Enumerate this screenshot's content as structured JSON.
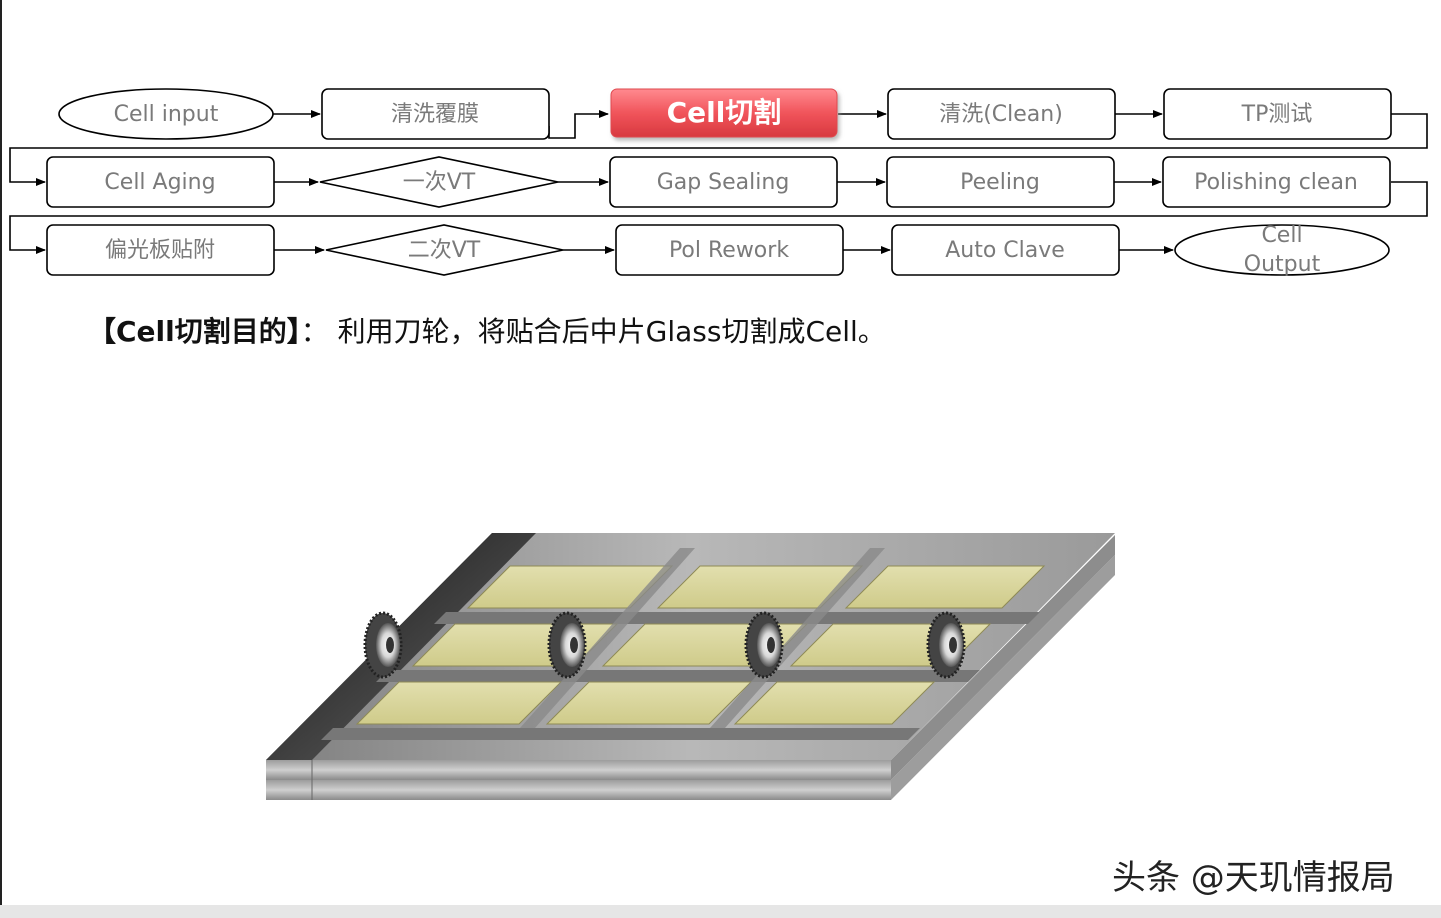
{
  "flow": {
    "nodes": [
      {
        "id": "cell-input",
        "label": "Cell input",
        "shape": "ellipse"
      },
      {
        "id": "clean-film",
        "label": "清洗覆膜",
        "shape": "rect"
      },
      {
        "id": "cell-cut",
        "label": "Cell切割",
        "shape": "rect",
        "active": true
      },
      {
        "id": "clean",
        "label": "清洗(Clean)",
        "shape": "rect"
      },
      {
        "id": "tp-test",
        "label": "TP测试",
        "shape": "rect"
      },
      {
        "id": "cell-aging",
        "label": "Cell Aging",
        "shape": "rect"
      },
      {
        "id": "vt1",
        "label": "一次VT",
        "shape": "diamond"
      },
      {
        "id": "gap-sealing",
        "label": "Gap Sealing",
        "shape": "rect"
      },
      {
        "id": "peeling",
        "label": "Peeling",
        "shape": "rect"
      },
      {
        "id": "polishing",
        "label": "Polishing clean",
        "shape": "rect"
      },
      {
        "id": "polarizer",
        "label": "偏光板贴附",
        "shape": "rect"
      },
      {
        "id": "vt2",
        "label": "二次VT",
        "shape": "diamond"
      },
      {
        "id": "pol-rework",
        "label": "Pol Rework",
        "shape": "rect"
      },
      {
        "id": "auto-clave",
        "label": "Auto Clave",
        "shape": "rect"
      },
      {
        "id": "cell-output",
        "label": "Cell Output",
        "label_lines": [
          "Cell",
          "Output"
        ],
        "shape": "ellipse"
      }
    ]
  },
  "purpose": {
    "label": "【Cell切割目的】",
    "text": "：  利用刀轮，将贴合后中片Glass切割成Cell。"
  },
  "watermark": "头条 @天玑情报局",
  "colors": {
    "active_fill": "#f0545b",
    "panel": "#d8d59a",
    "glass": "#a9a9a9"
  },
  "illustration": {
    "wheel_count": 4,
    "panel_rows": 3,
    "panel_cols": 3
  }
}
